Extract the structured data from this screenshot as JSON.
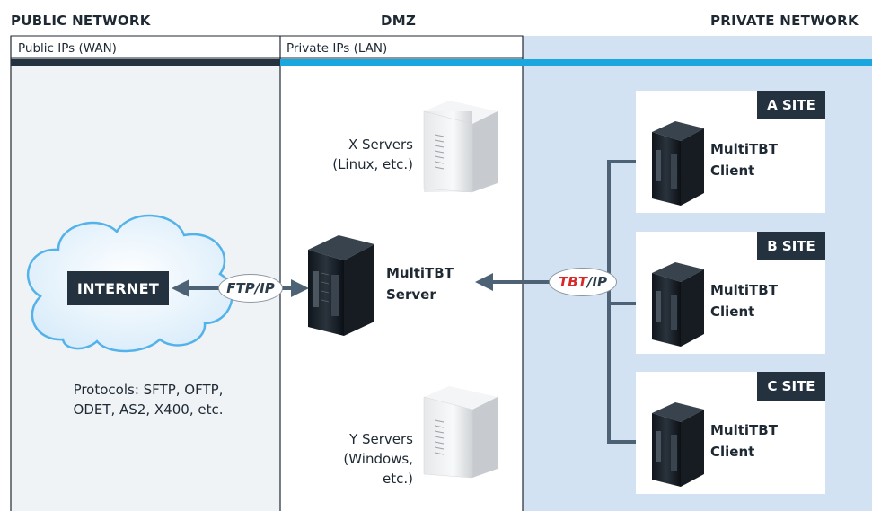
{
  "zones": {
    "public": {
      "title": "PUBLIC NETWORK",
      "ip_label": "Public IPs (WAN)"
    },
    "dmz": {
      "title": "DMZ",
      "ip_label": "Private IPs (LAN)"
    },
    "private": {
      "title": "PRIVATE NETWORK"
    }
  },
  "internet": {
    "label": "INTERNET",
    "protocols_line1": "Protocols: SFTP, OFTP,",
    "protocols_line2": "ODET, AS2, X400, etc."
  },
  "links": {
    "ftp": "FTP/IP",
    "tbt_red": "TBT",
    "tbt_rest": "/IP"
  },
  "dmz_servers": {
    "x_line1": "X Servers",
    "x_line2": "(Linux, etc.)",
    "server_line1": "MultiTBT",
    "server_line2": "Server",
    "y_line1": "Y Servers",
    "y_line2": "(Windows,",
    "y_line3": "etc.)"
  },
  "sites": [
    {
      "badge": "A SITE",
      "line1": "MultiTBT",
      "line2": "Client"
    },
    {
      "badge": "B SITE",
      "line1": "MultiTBT",
      "line2": "Client"
    },
    {
      "badge": "C SITE",
      "line1": "MultiTBT",
      "line2": "Client"
    }
  ],
  "colors": {
    "dark_navy": "#243240",
    "wan_bar": "#243240",
    "lan_bar": "#1aa6de",
    "public_bg": "#f0f3f6",
    "private_bg": "#d3e2f2",
    "arrow": "#4d6275",
    "tbt_accent": "#d62a2a"
  }
}
